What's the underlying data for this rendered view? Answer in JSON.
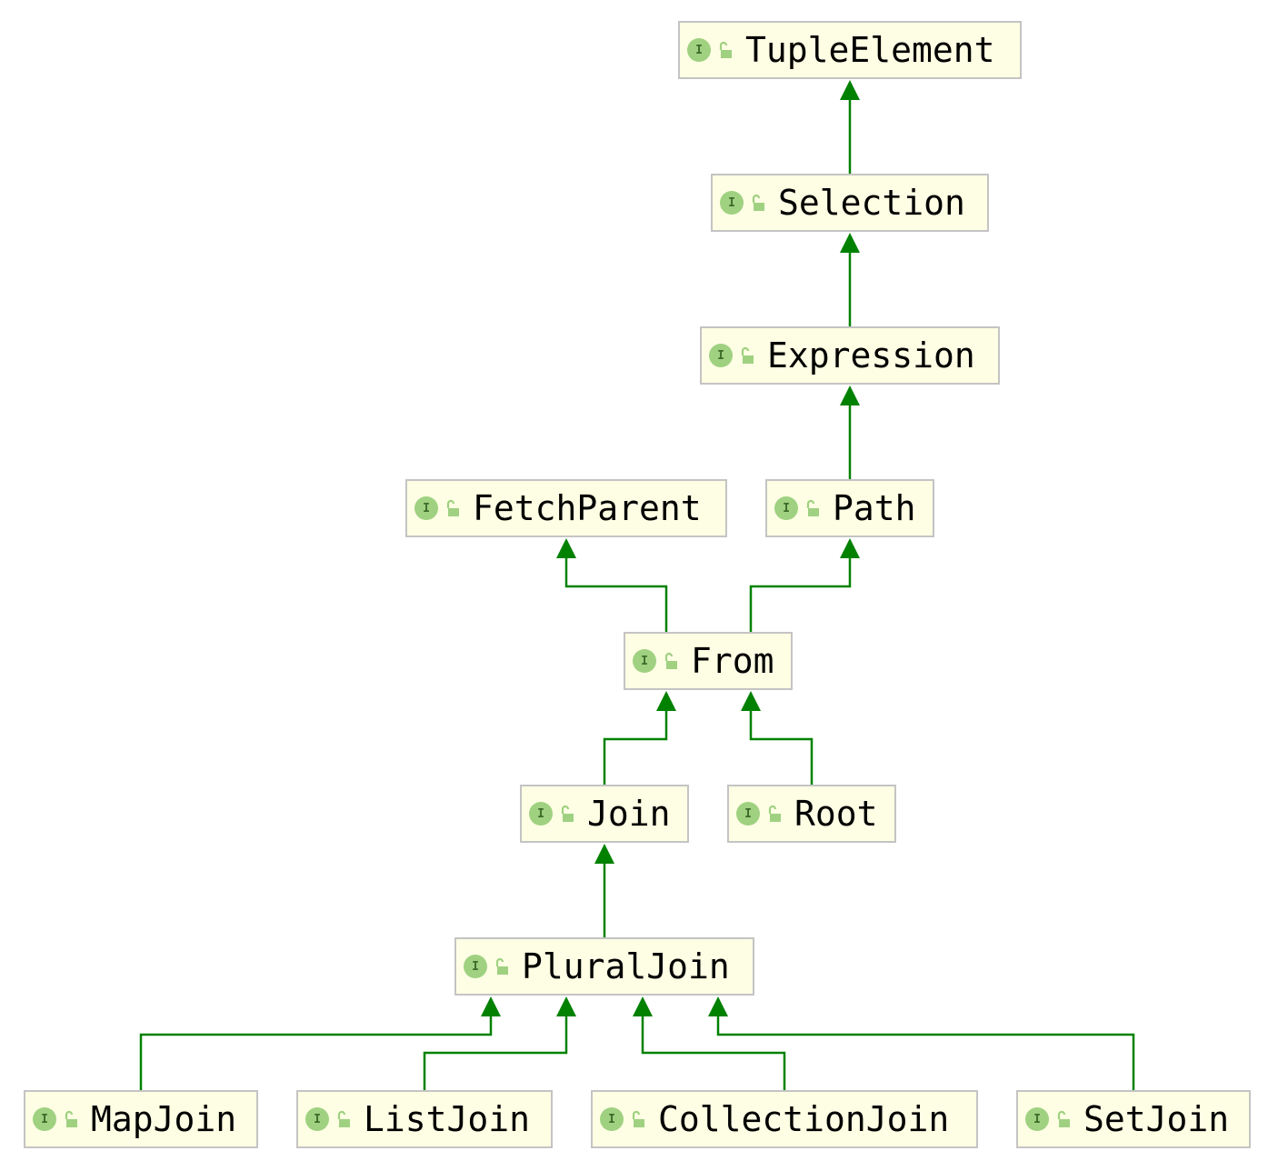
{
  "diagram": {
    "icons": {
      "interface": "interface-icon",
      "visibility": "public-lock-icon"
    },
    "colors": {
      "edge": "#008100",
      "node_fill": "#fefee4",
      "node_border": "#c4c4c4",
      "icon": "#9fd181"
    },
    "nodes": [
      {
        "id": "tuple-element",
        "label": "TupleElement",
        "icon_letter": "I"
      },
      {
        "id": "selection",
        "label": "Selection",
        "icon_letter": "I"
      },
      {
        "id": "expression",
        "label": "Expression",
        "icon_letter": "I"
      },
      {
        "id": "fetch-parent",
        "label": "FetchParent",
        "icon_letter": "I"
      },
      {
        "id": "path",
        "label": "Path",
        "icon_letter": "I"
      },
      {
        "id": "from",
        "label": "From",
        "icon_letter": "I"
      },
      {
        "id": "join",
        "label": "Join",
        "icon_letter": "I"
      },
      {
        "id": "root",
        "label": "Root",
        "icon_letter": "I"
      },
      {
        "id": "plural-join",
        "label": "PluralJoin",
        "icon_letter": "I"
      },
      {
        "id": "map-join",
        "label": "MapJoin",
        "icon_letter": "I"
      },
      {
        "id": "list-join",
        "label": "ListJoin",
        "icon_letter": "I"
      },
      {
        "id": "collection-join",
        "label": "CollectionJoin",
        "icon_letter": "I"
      },
      {
        "id": "set-join",
        "label": "SetJoin",
        "icon_letter": "I"
      }
    ],
    "edges": [
      {
        "from": "selection",
        "to": "tuple-element"
      },
      {
        "from": "expression",
        "to": "selection"
      },
      {
        "from": "path",
        "to": "expression"
      },
      {
        "from": "from",
        "to": "fetch-parent"
      },
      {
        "from": "from",
        "to": "path"
      },
      {
        "from": "join",
        "to": "from"
      },
      {
        "from": "root",
        "to": "from"
      },
      {
        "from": "plural-join",
        "to": "join"
      },
      {
        "from": "map-join",
        "to": "plural-join"
      },
      {
        "from": "list-join",
        "to": "plural-join"
      },
      {
        "from": "collection-join",
        "to": "plural-join"
      },
      {
        "from": "set-join",
        "to": "plural-join"
      }
    ]
  }
}
